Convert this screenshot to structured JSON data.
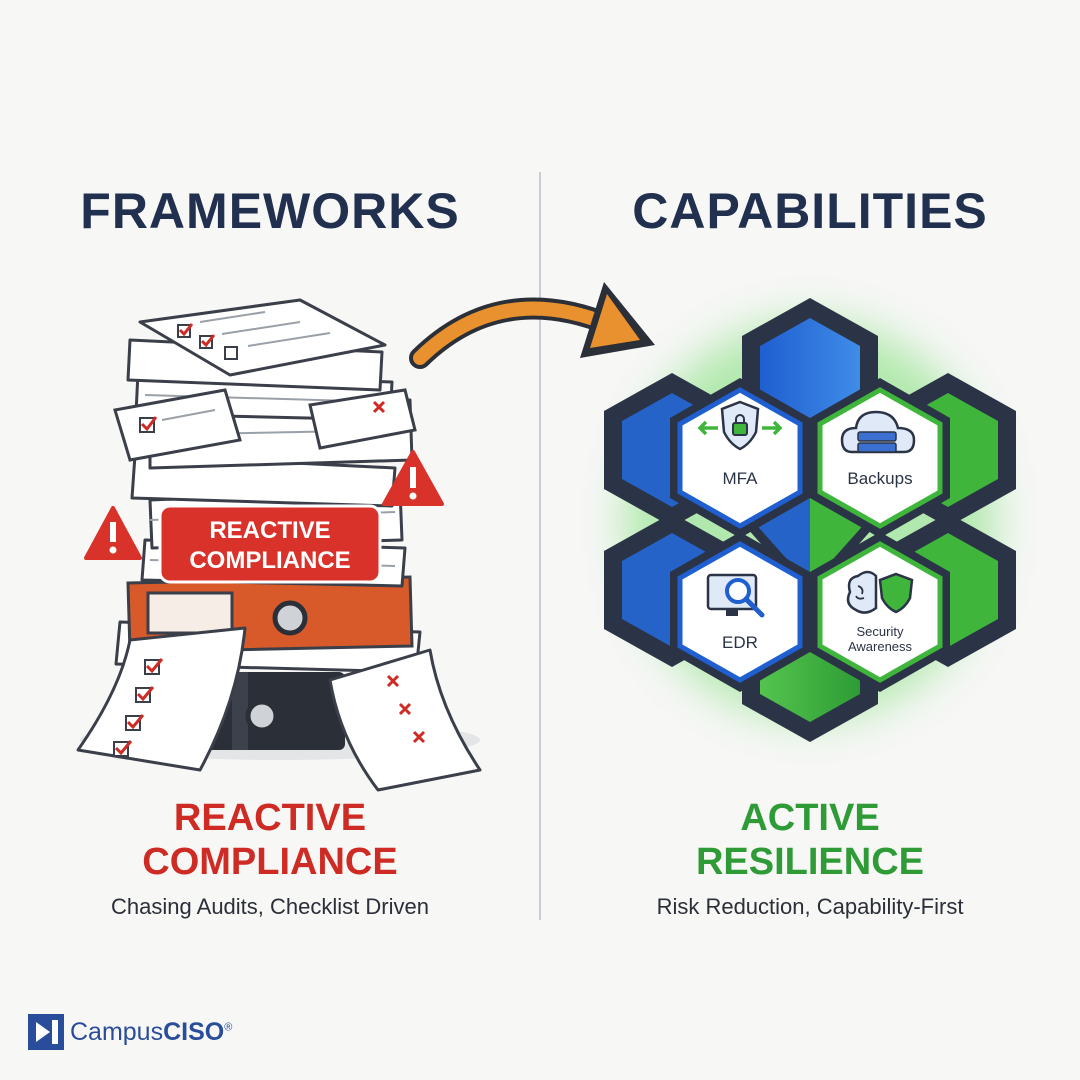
{
  "left": {
    "heading": "FRAMEWORKS",
    "stamp_line1": "REACTIVE",
    "stamp_line2": "COMPLIANCE",
    "outcome_line1": "REACTIVE",
    "outcome_line2": "COMPLIANCE",
    "subtitle": "Chasing Audits, Checklist Driven",
    "icons": [
      "checklist-paper-icon",
      "warning-icon",
      "binder-icon"
    ]
  },
  "right": {
    "heading": "CAPABILITIES",
    "cells": [
      {
        "label": "MFA",
        "icon": "shield-lock-icon"
      },
      {
        "label": "Backups",
        "icon": "cloud-server-icon"
      },
      {
        "label": "EDR",
        "icon": "monitor-search-icon"
      },
      {
        "label_line1": "Security",
        "label_line2": "Awareness",
        "icon": "brain-shield-icon"
      }
    ],
    "outcome_line1": "ACTIVE",
    "outcome_line2": "RESILIENCE",
    "subtitle": "Risk Reduction, Capability-First"
  },
  "logo": {
    "part1": "Campus",
    "part2": "CISO",
    "mark": "®"
  },
  "colors": {
    "heading": "#22304f",
    "reactive_red": "#cf2b25",
    "resilience_green": "#2f9b37",
    "arrow_orange": "#e8912e",
    "hex_blue": "#2563c9",
    "hex_green": "#3fb53b",
    "hex_frame": "#2b3346",
    "logo_blue": "#2a4d9b"
  }
}
